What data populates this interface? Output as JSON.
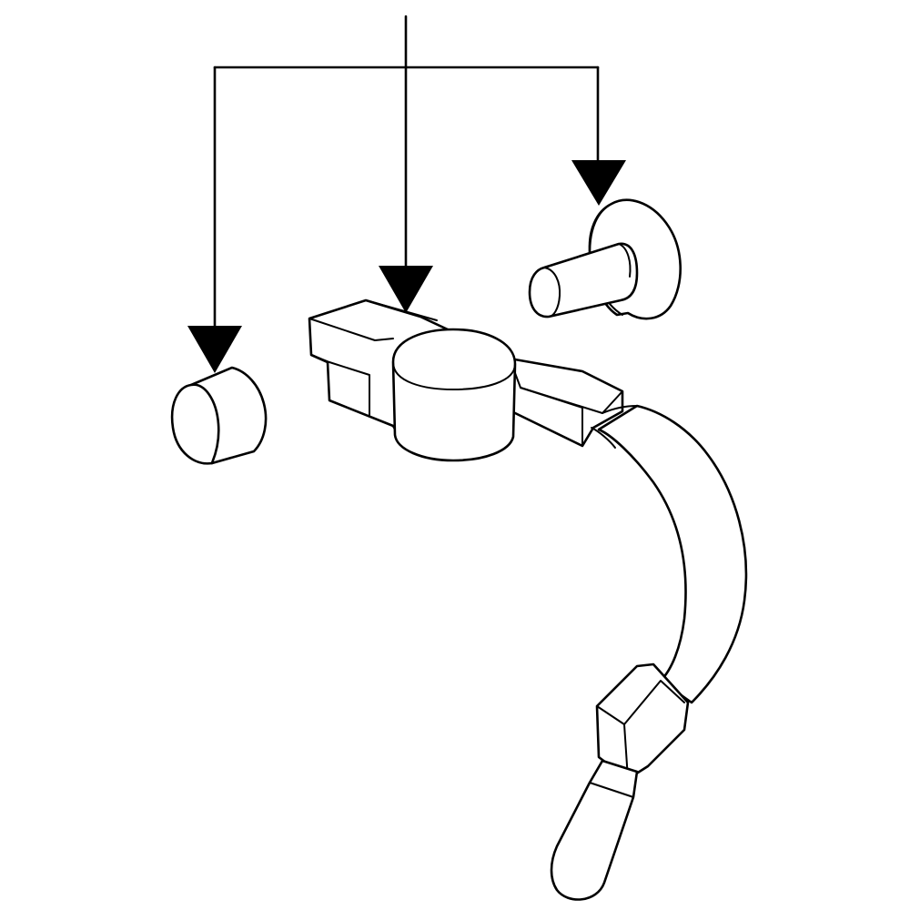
{
  "diagram": {
    "type": "exploded-parts-illustration",
    "background_color": "#ffffff",
    "line_color": "#000000",
    "callout_arrows": 3,
    "parts": [
      "left-cap",
      "center-terminal-cap",
      "right-bolt",
      "battery-terminal-cable"
    ]
  }
}
